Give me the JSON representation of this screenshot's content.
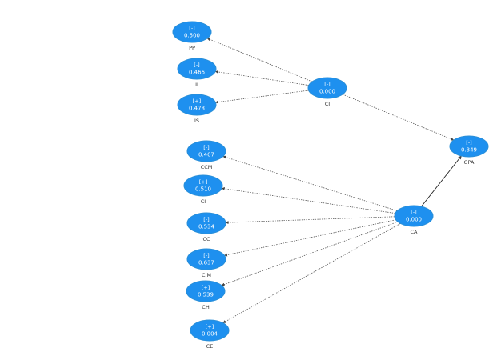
{
  "colors": {
    "node_fill": "#1e90ef",
    "text_on_node": "#ffffff",
    "label": "#333333",
    "edge": "#444444"
  },
  "nodes": [
    {
      "id": "pp",
      "header": "[-]",
      "value": "0.500",
      "label": "PP"
    },
    {
      "id": "ii",
      "header": "[-]",
      "value": "0.466",
      "label": "II"
    },
    {
      "id": "is",
      "header": "[+]",
      "value": "0.478",
      "label": "IS"
    },
    {
      "id": "ci",
      "header": "[-]",
      "value": "0.000",
      "label": "CI"
    },
    {
      "id": "gpa",
      "header": "[-]",
      "value": "0.349",
      "label": "GPA"
    },
    {
      "id": "ccm",
      "header": "[-]",
      "value": "0.407",
      "label": "CCM"
    },
    {
      "id": "c1",
      "header": "[+]",
      "value": "0.510",
      "label": "CI"
    },
    {
      "id": "cc",
      "header": "[-]",
      "value": "0.534",
      "label": "CC"
    },
    {
      "id": "cim",
      "header": "[-]",
      "value": "0.637",
      "label": "CIM"
    },
    {
      "id": "ch",
      "header": "[+]",
      "value": "0.539",
      "label": "CH"
    },
    {
      "id": "ca",
      "header": "[-]",
      "value": "0.000",
      "label": "CA"
    },
    {
      "id": "ce",
      "header": "[+]",
      "value": "0.004",
      "label": "CE"
    }
  ],
  "edges": [
    {
      "from": "ci",
      "to": "pp",
      "style": "dotted"
    },
    {
      "from": "ci",
      "to": "ii",
      "style": "dotted"
    },
    {
      "from": "ci",
      "to": "is",
      "style": "dotted"
    },
    {
      "from": "ci",
      "to": "gpa",
      "style": "dotted"
    },
    {
      "from": "ca",
      "to": "gpa",
      "style": "solid"
    },
    {
      "from": "ca",
      "to": "ccm",
      "style": "dotted"
    },
    {
      "from": "ca",
      "to": "c1",
      "style": "dotted"
    },
    {
      "from": "ca",
      "to": "cc",
      "style": "dotted"
    },
    {
      "from": "ca",
      "to": "cim",
      "style": "dotted"
    },
    {
      "from": "ca",
      "to": "ch",
      "style": "dotted"
    },
    {
      "from": "ca",
      "to": "ce",
      "style": "dotted"
    }
  ]
}
